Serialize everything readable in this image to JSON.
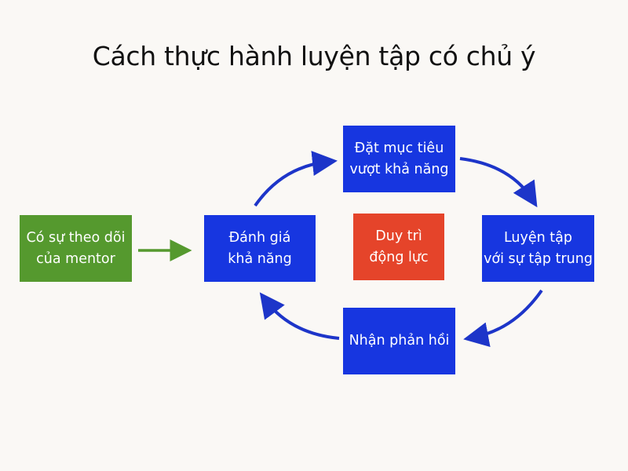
{
  "title": "Cách thực hành luyện tập có chủ ý",
  "colors": {
    "background": "#faf8f5",
    "step_blue": "#1736e0",
    "mentor_green": "#55992e",
    "center_red": "#e5442a",
    "arrow_blue": "#1d35c9",
    "arrow_green": "#55992e"
  },
  "nodes": {
    "mentor": {
      "label": "Có sự theo dõi\ncủa mentor"
    },
    "assess": {
      "label": "Đánh giá\nkhả năng"
    },
    "goal": {
      "label": "Đặt mục tiêu\nvượt khả năng"
    },
    "practice": {
      "label": "Luyện tập\nvới sự tập trung"
    },
    "feedback": {
      "label": "Nhận phản hồi"
    },
    "center": {
      "label": "Duy trì\nđộng lực"
    }
  },
  "edges": [
    {
      "from": "mentor",
      "to": "assess"
    },
    {
      "from": "assess",
      "to": "goal"
    },
    {
      "from": "goal",
      "to": "practice"
    },
    {
      "from": "practice",
      "to": "feedback"
    },
    {
      "from": "feedback",
      "to": "assess"
    }
  ]
}
